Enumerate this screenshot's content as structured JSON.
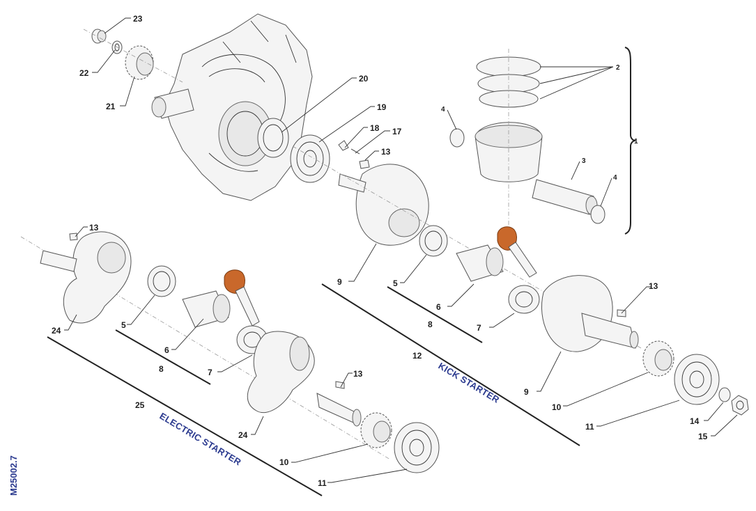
{
  "diagram_code": "M25002.7",
  "group_labels": {
    "electric_starter": "ELECTRIC STARTER",
    "kick_starter": "KICK STARTER"
  },
  "callouts": {
    "c23": "23",
    "c22": "22",
    "c21": "21",
    "c20": "20",
    "c19": "19",
    "c18": "18",
    "c17": "17",
    "c13_top": "13",
    "c2": "2",
    "c1": "1",
    "c4_left": "4",
    "c3": "3",
    "c4_right": "4",
    "c13_left": "13",
    "c24_left": "24",
    "c5_left": "5",
    "c6_left": "6",
    "c8_left": "8",
    "c7_left": "7",
    "c25": "25",
    "c13_mid": "13",
    "c24_mid": "24",
    "c10_left": "10",
    "c11_left": "11",
    "c9_top": "9",
    "c5_right": "5",
    "c6_right": "6",
    "c8_right": "8",
    "c7_right": "7",
    "c12": "12",
    "c13_right": "13",
    "c9_right": "9",
    "c10_right": "10",
    "c11_right": "11",
    "c14": "14",
    "c15": "15"
  },
  "colors": {
    "highlight": "#c9682b",
    "label_blue": "#2b3a8f"
  }
}
